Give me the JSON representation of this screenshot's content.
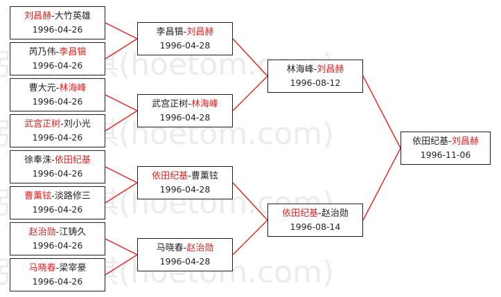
{
  "watermark": {
    "text": "弘博围棋(hoetom.com)",
    "color": "#ececec"
  },
  "colors": {
    "winner_text": "#e32020",
    "connector": "#e32222",
    "border": "#1c1c1c"
  },
  "round1": [
    {
      "p1": "刘昌赫",
      "p2": "大竹英雄",
      "winner": 1,
      "date": "1996-04-26"
    },
    {
      "p1": "芮乃伟",
      "p2": "李昌镐",
      "winner": 2,
      "date": "1996-04-26"
    },
    {
      "p1": "曹大元",
      "p2": "林海峰",
      "winner": 2,
      "date": "1996-04-26"
    },
    {
      "p1": "武宫正树",
      "p2": "刘小光",
      "winner": 1,
      "date": "1996-04-26"
    },
    {
      "p1": "徐奉洙",
      "p2": "依田纪基",
      "winner": 2,
      "date": "1996-04-26"
    },
    {
      "p1": "曹薰铉",
      "p2": "淡路修三",
      "winner": 1,
      "date": "1996-04-26"
    },
    {
      "p1": "赵治勋",
      "p2": "江铸久",
      "winner": 1,
      "date": "1996-04-26"
    },
    {
      "p1": "马晓春",
      "p2": "梁宰豪",
      "winner": 1,
      "date": "1996-04-26"
    }
  ],
  "round2": [
    {
      "p1": "李昌镐",
      "p2": "刘昌赫",
      "winner": 2,
      "date": "1996-04-28"
    },
    {
      "p1": "武宫正树",
      "p2": "林海峰",
      "winner": 2,
      "date": "1996-04-28"
    },
    {
      "p1": "依田纪基",
      "p2": "曹薰铉",
      "winner": 1,
      "date": "1996-04-28"
    },
    {
      "p1": "马晓春",
      "p2": "赵治勋",
      "winner": 2,
      "date": "1996-04-28"
    }
  ],
  "semifinal": [
    {
      "p1": "林海峰",
      "p2": "刘昌赫",
      "winner": 2,
      "date": "1996-08-12"
    },
    {
      "p1": "依田纪基",
      "p2": "赵治勋",
      "winner": 1,
      "date": "1996-08-14"
    }
  ],
  "final": [
    {
      "p1": "依田纪基",
      "p2": "刘昌赫",
      "winner": 2,
      "date": "1996-11-06"
    }
  ]
}
